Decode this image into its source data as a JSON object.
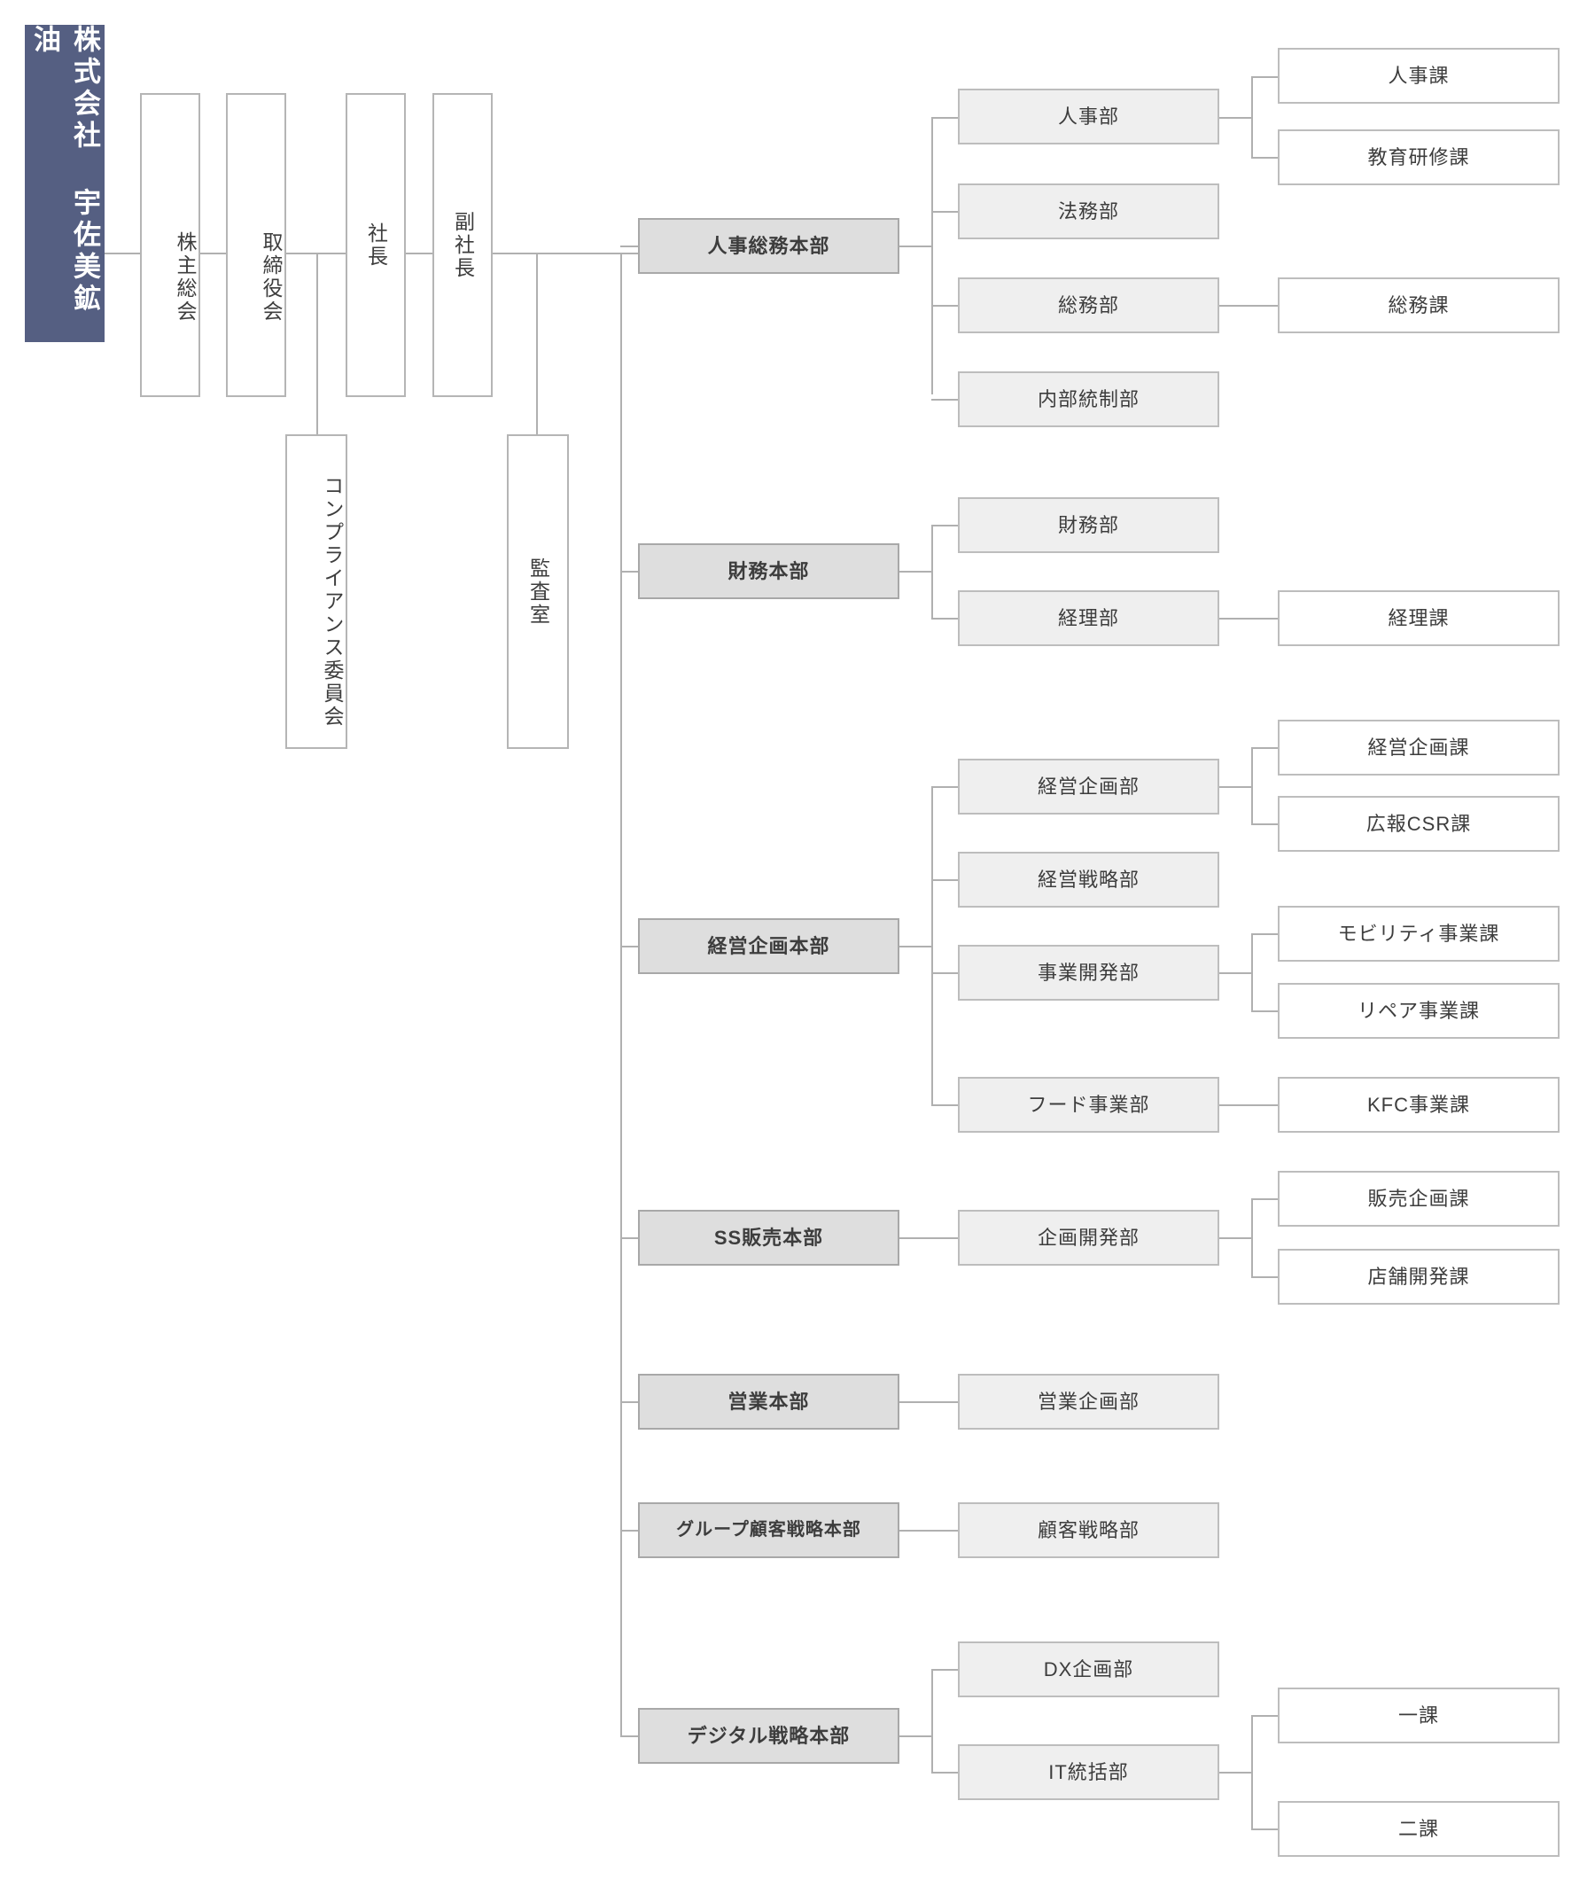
{
  "company": {
    "name": "株式会社 宇佐美鉱油",
    "bar_color": "#555f82"
  },
  "governance": [
    {
      "label": "株主総会"
    },
    {
      "label": "取締役会"
    },
    {
      "label": "社長"
    },
    {
      "label": "副社長"
    },
    {
      "label": "コンプライアンス委員会"
    },
    {
      "label": "監査室"
    }
  ],
  "divisions": [
    {
      "label": "人事総務本部",
      "departments": [
        {
          "label": "人事部",
          "sections": [
            "人事課",
            "教育研修課"
          ]
        },
        {
          "label": "法務部",
          "sections": []
        },
        {
          "label": "総務部",
          "sections": [
            "総務課"
          ]
        },
        {
          "label": "内部統制部",
          "sections": []
        }
      ]
    },
    {
      "label": "財務本部",
      "departments": [
        {
          "label": "財務部",
          "sections": []
        },
        {
          "label": "経理部",
          "sections": [
            "経理課"
          ]
        }
      ]
    },
    {
      "label": "経営企画本部",
      "departments": [
        {
          "label": "経営企画部",
          "sections": [
            "経営企画課",
            "広報CSR課"
          ]
        },
        {
          "label": "経営戦略部",
          "sections": []
        },
        {
          "label": "事業開発部",
          "sections": [
            "モビリティ事業課",
            "リペア事業課"
          ]
        },
        {
          "label": "フード事業部",
          "sections": [
            "KFC事業課"
          ]
        }
      ]
    },
    {
      "label": "SS販売本部",
      "departments": [
        {
          "label": "企画開発部",
          "sections": [
            "販売企画課",
            "店舗開発課"
          ]
        }
      ]
    },
    {
      "label": "営業本部",
      "departments": [
        {
          "label": "営業企画部",
          "sections": []
        }
      ]
    },
    {
      "label": "グループ顧客戦略本部",
      "departments": [
        {
          "label": "顧客戦略部",
          "sections": []
        }
      ]
    },
    {
      "label": "デジタル戦略本部",
      "departments": [
        {
          "label": "DX企画部",
          "sections": []
        },
        {
          "label": "IT統括部",
          "sections": [
            "一課",
            "二課"
          ]
        }
      ]
    }
  ]
}
